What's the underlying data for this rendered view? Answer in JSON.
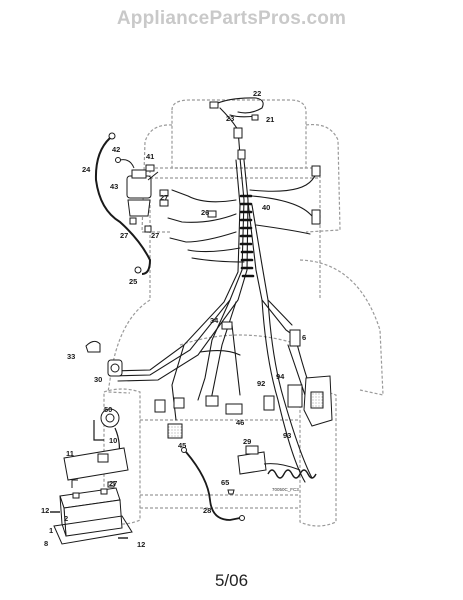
{
  "watermark": "AppliancePartsPros.com",
  "page_number": "5/06",
  "diagram_code": "70050C_FC3",
  "colors": {
    "ink": "#1a1a1a",
    "outline": "#9a9a9a",
    "watermark": "#c9c9c9"
  },
  "callouts": [
    {
      "id": "c22",
      "label": "22"
    },
    {
      "id": "c21",
      "label": "21"
    },
    {
      "id": "c23",
      "label": "23"
    },
    {
      "id": "c42",
      "label": "42"
    },
    {
      "id": "c41",
      "label": "41"
    },
    {
      "id": "c24",
      "label": "24"
    },
    {
      "id": "c43",
      "label": "43"
    },
    {
      "id": "c27a",
      "label": "27"
    },
    {
      "id": "c27b",
      "label": "27"
    },
    {
      "id": "c27c",
      "label": "27"
    },
    {
      "id": "c26",
      "label": "26"
    },
    {
      "id": "c40",
      "label": "40"
    },
    {
      "id": "c25",
      "label": "25"
    },
    {
      "id": "c34",
      "label": "34"
    },
    {
      "id": "c6",
      "label": "6"
    },
    {
      "id": "c33",
      "label": "33"
    },
    {
      "id": "c30",
      "label": "30"
    },
    {
      "id": "c92",
      "label": "92"
    },
    {
      "id": "c94",
      "label": "94"
    },
    {
      "id": "c93",
      "label": "93"
    },
    {
      "id": "c50",
      "label": "50"
    },
    {
      "id": "c10",
      "label": "10"
    },
    {
      "id": "c11",
      "label": "11"
    },
    {
      "id": "c45",
      "label": "45"
    },
    {
      "id": "c46",
      "label": "46"
    },
    {
      "id": "c29",
      "label": "29"
    },
    {
      "id": "c65",
      "label": "65"
    },
    {
      "id": "c27d",
      "label": "27"
    },
    {
      "id": "c12a",
      "label": "12"
    },
    {
      "id": "c2",
      "label": "2"
    },
    {
      "id": "c1",
      "label": "1"
    },
    {
      "id": "c8",
      "label": "8"
    },
    {
      "id": "c12b",
      "label": "12"
    },
    {
      "id": "c28",
      "label": "28"
    }
  ]
}
